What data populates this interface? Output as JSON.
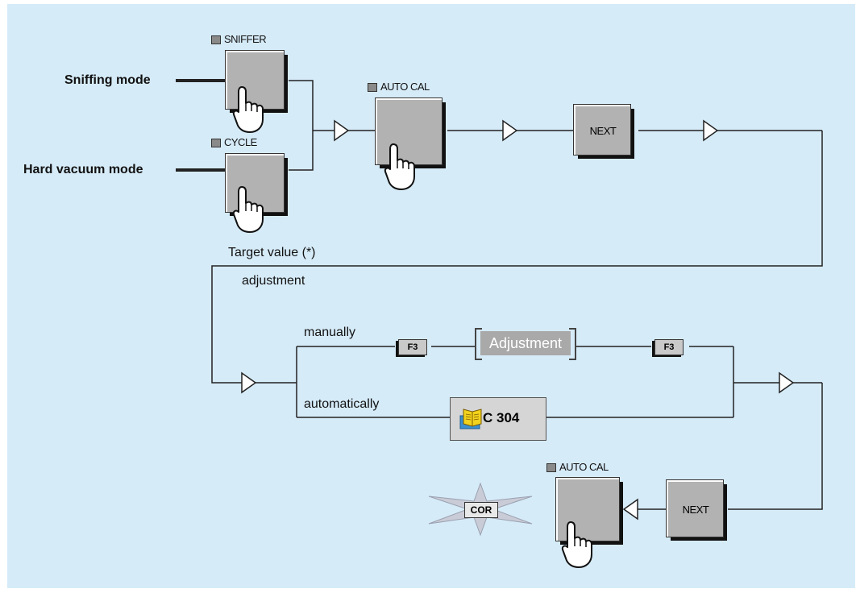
{
  "modes": {
    "sniffing": "Sniffing mode",
    "hard_vacuum": "Hard vacuum mode"
  },
  "buttons": {
    "sniffer": "SNIFFER",
    "cycle": "CYCLE",
    "auto_cal_top": "AUTO CAL",
    "next_top": "NEXT",
    "auto_cal_bottom": "AUTO CAL",
    "next_bottom": "NEXT"
  },
  "labels": {
    "target_value": "Target value (*)",
    "adjustment_word": "adjustment",
    "manually": "manually",
    "automatically": "automatically"
  },
  "keys": {
    "f3_left": "F3",
    "f3_right": "F3"
  },
  "adjustment_display": "Adjustment",
  "error_code": "C 304",
  "cor_badge": "COR",
  "icons": [
    "pointing-hand-icon",
    "manual-book-icon",
    "flow-arrow-icon",
    "starburst-icon"
  ],
  "colors": {
    "background": "#d6ebf8",
    "button_face": "#b2b2b2",
    "line": "#222222"
  }
}
